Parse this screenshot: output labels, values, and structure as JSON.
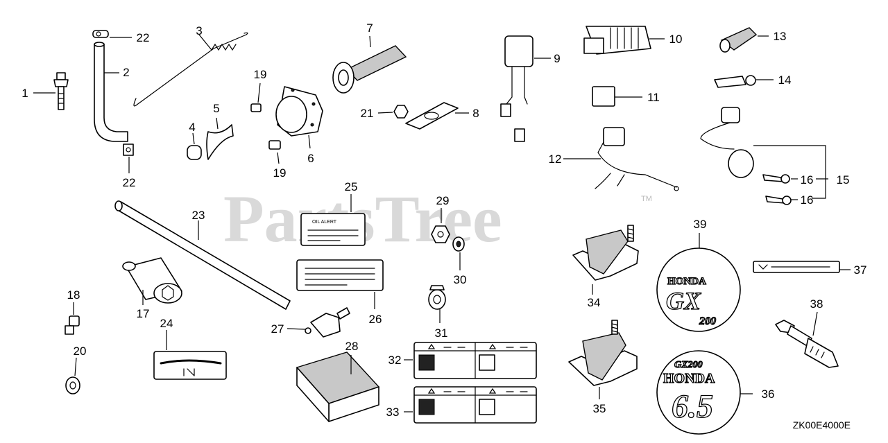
{
  "diagram": {
    "watermark": "PartsTree",
    "watermark_mark": "TM",
    "diagram_code": "ZK00E4000E",
    "callouts": [
      "1",
      "2",
      "3",
      "4",
      "5",
      "6",
      "7",
      "8",
      "9",
      "10",
      "11",
      "12",
      "13",
      "14",
      "15",
      "16",
      "17",
      "18",
      "19",
      "20",
      "21",
      "22",
      "23",
      "24",
      "25",
      "26",
      "27",
      "28",
      "29",
      "30",
      "31",
      "32",
      "33",
      "34",
      "35",
      "36",
      "37",
      "38",
      "39"
    ],
    "labels": {
      "oil_alert": "OIL ALERT",
      "emblem_39": {
        "brand": "HONDA",
        "model_top": "GX",
        "model_bottom": "200"
      },
      "emblem_36": {
        "model": "GX200",
        "brand": "HONDA",
        "power": "6.5"
      }
    }
  }
}
